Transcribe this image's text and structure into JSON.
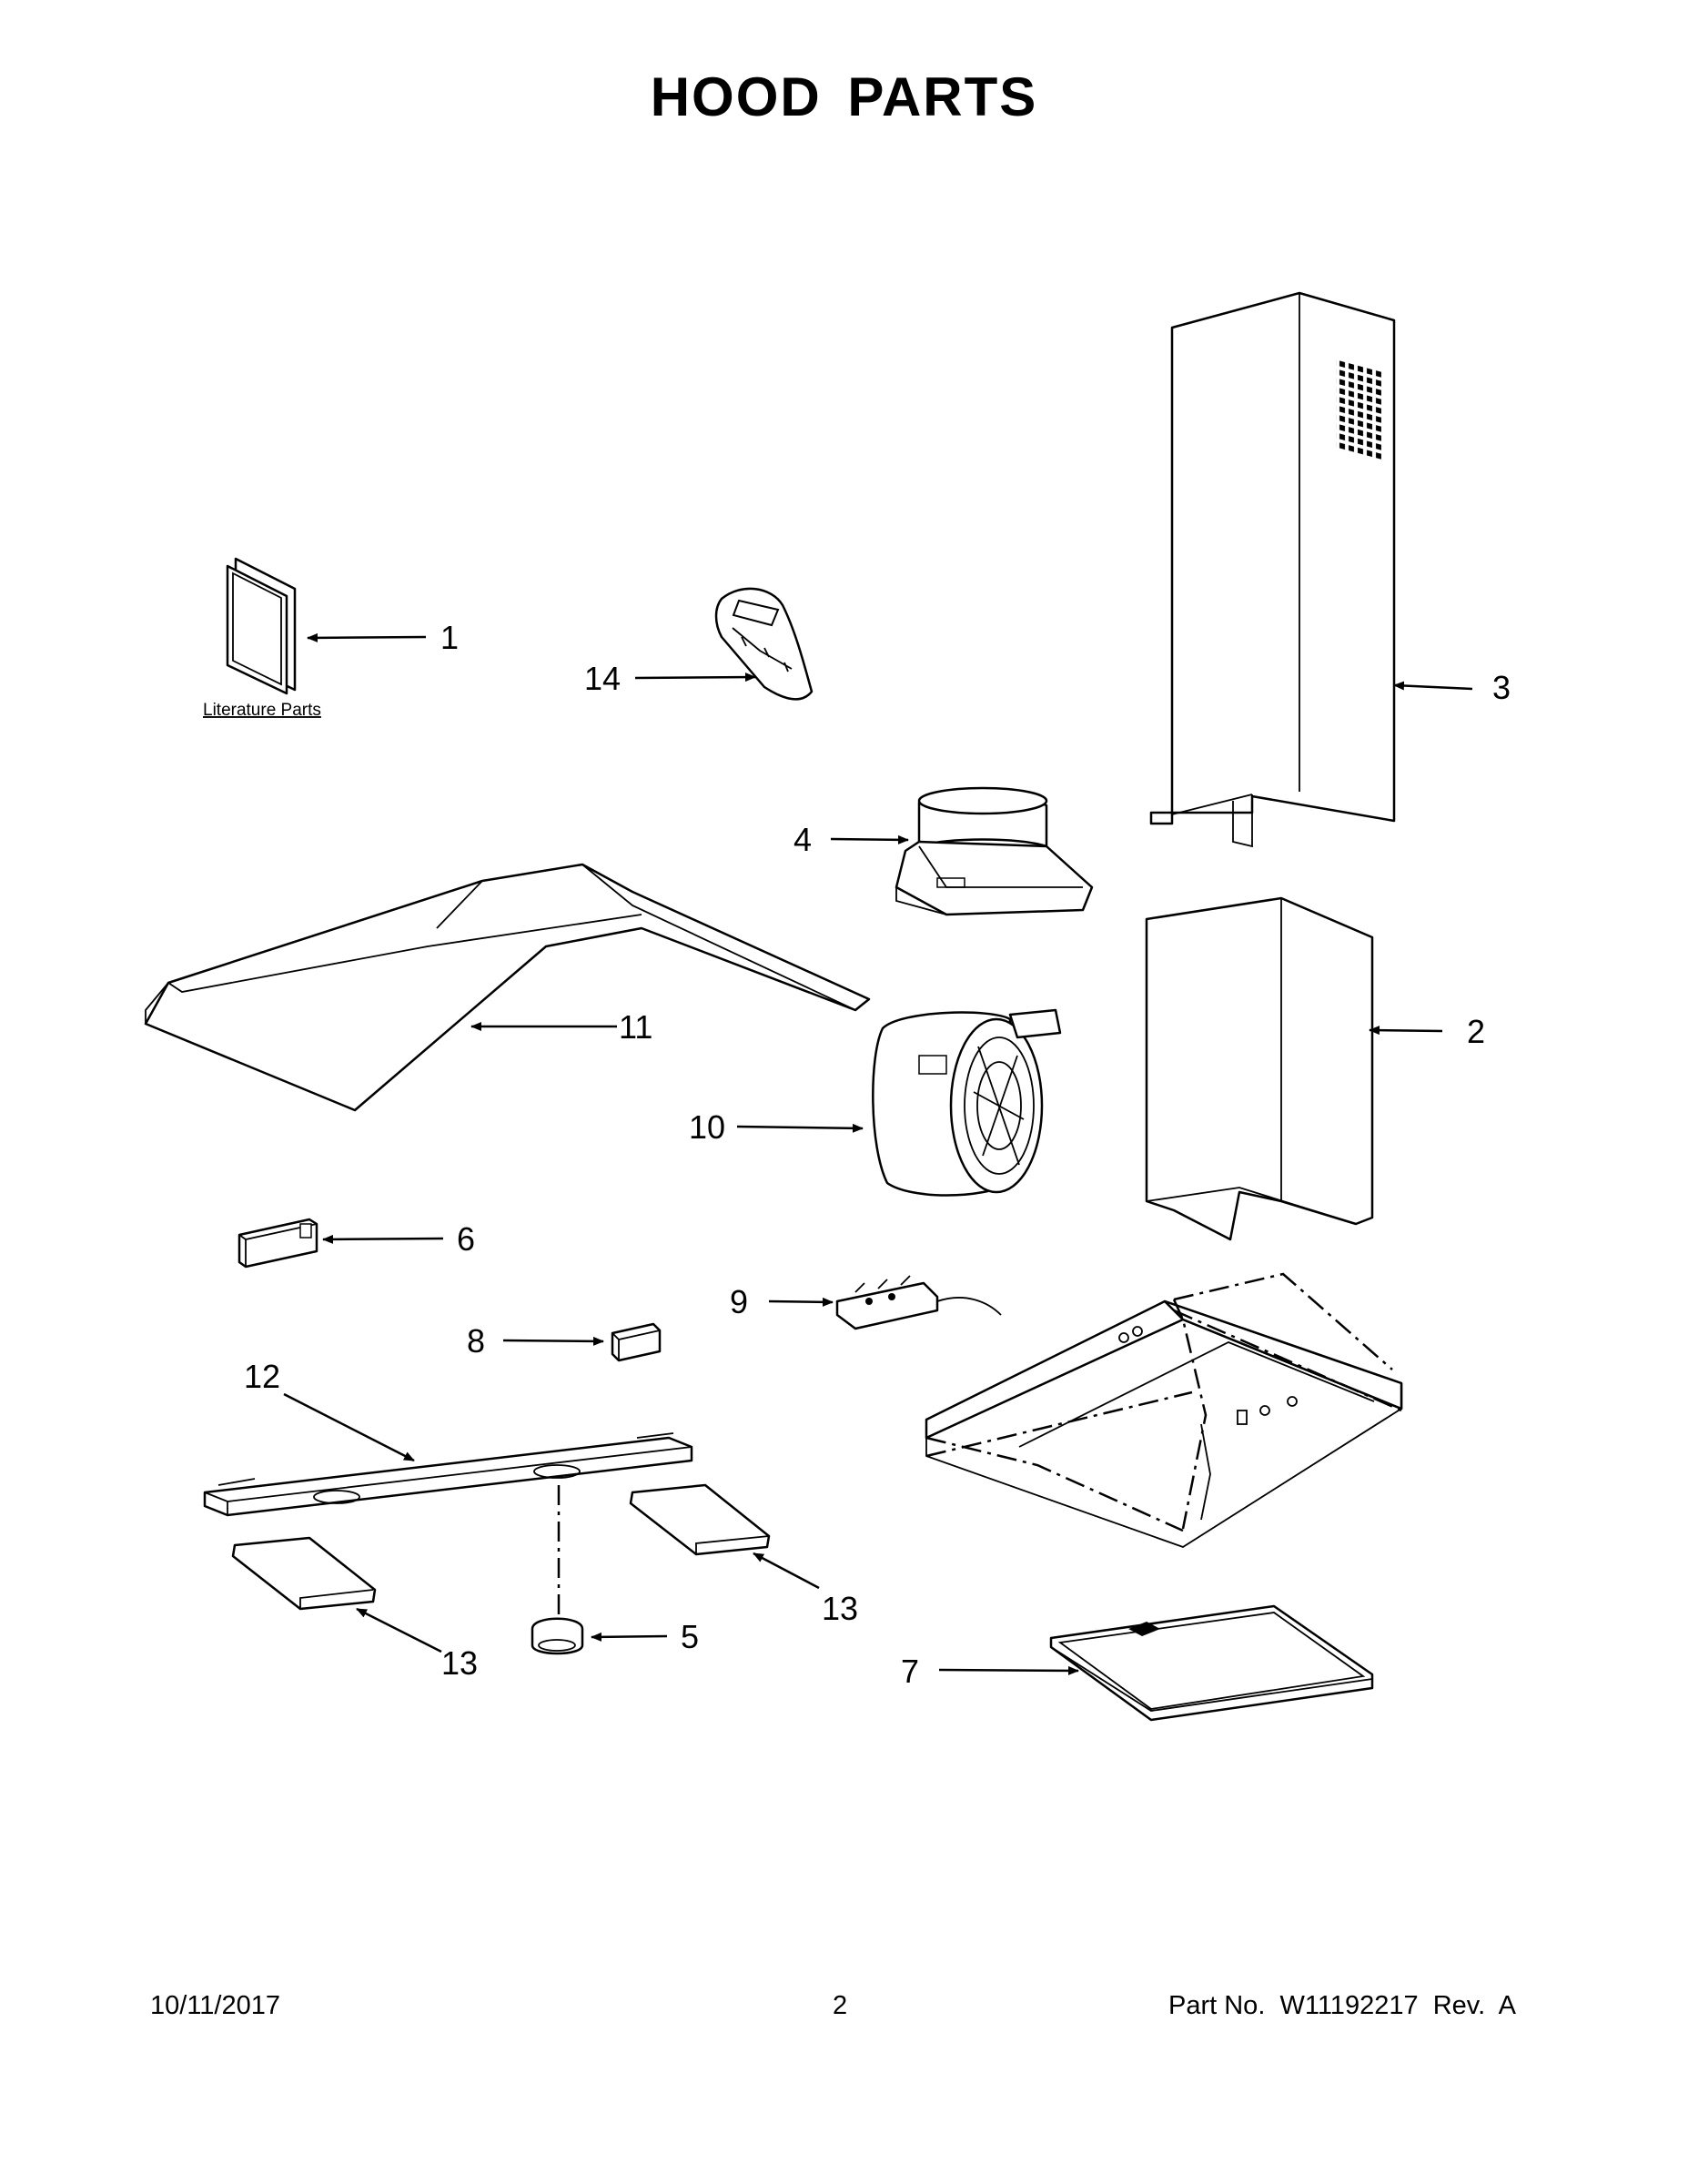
{
  "title": "HOOD PARTS",
  "literature_label": "Literature Parts",
  "callouts": {
    "c1": "1",
    "c2": "2",
    "c3": "3",
    "c4": "4",
    "c5": "5",
    "c6": "6",
    "c7": "7",
    "c8": "8",
    "c9": "9",
    "c10": "10",
    "c11": "11",
    "c12": "12",
    "c13a": "13",
    "c13b": "13",
    "c14": "14"
  },
  "footer": {
    "date": "10/11/2017",
    "page": "2",
    "part_no": "Part No.  W11192217  Rev.  A"
  }
}
